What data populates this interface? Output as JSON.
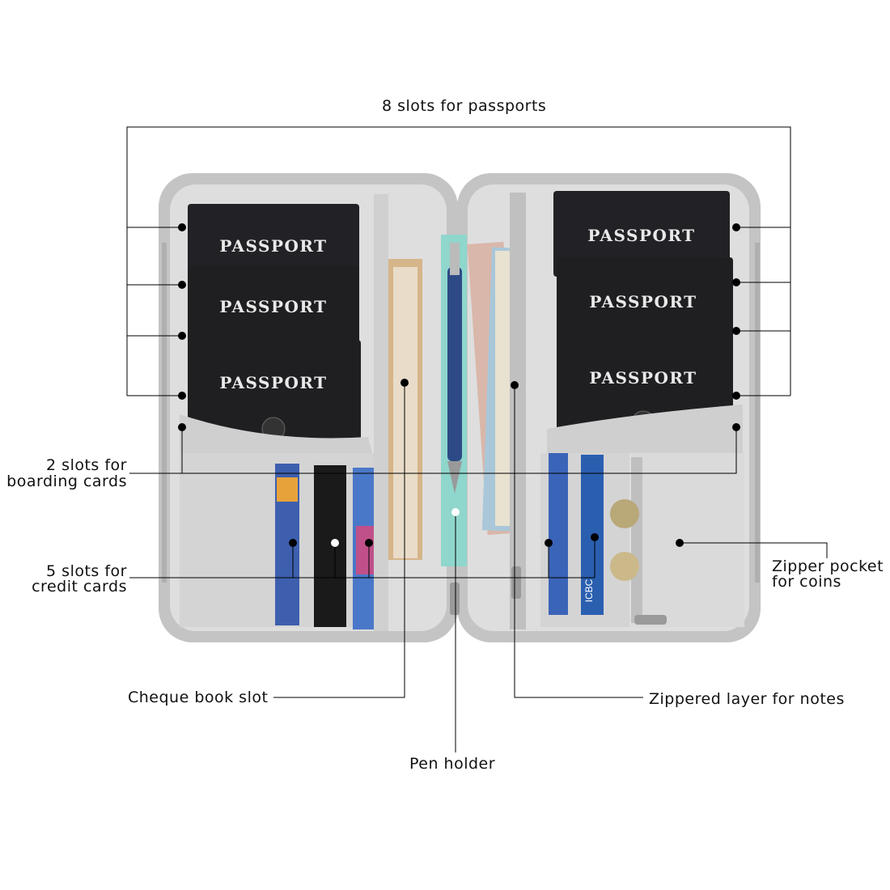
{
  "callouts": {
    "passports": "8 slots for passports",
    "boarding_line1": "2 slots for",
    "boarding_line2": "boarding cards",
    "credit_line1": "5 slots for",
    "credit_line2": "credit cards",
    "cheque": "Cheque book slot",
    "pen": "Pen holder",
    "notes": "Zippered layer for notes",
    "coins_line1": "Zipper pocket",
    "coins_line2": "for coins"
  },
  "passport_label": "PASSPORT",
  "card_labels": [
    "ICBC"
  ],
  "colors": {
    "organizer_fabric": "#c9c9c9",
    "lining": "#dcdcdc",
    "passport_cover": "#1f1f22",
    "accent_teal": "#8fd6cc",
    "pen_blue": "#2d4a86",
    "leader_line": "#000000"
  }
}
